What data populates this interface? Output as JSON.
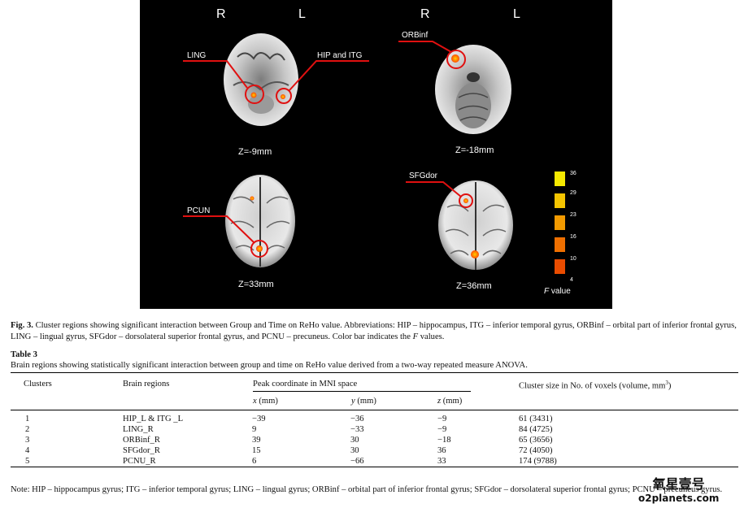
{
  "figure": {
    "panels": [
      {
        "hem_r": "R",
        "hem_l": "L",
        "z_label": "Z=-9mm",
        "labels": [
          "LING",
          "HIP and ITG"
        ]
      },
      {
        "hem_r": "R",
        "hem_l": "L",
        "z_label": "Z=-18mm",
        "labels": [
          "ORBinf"
        ]
      },
      {
        "z_label": "Z=33mm",
        "labels": [
          "PCUN"
        ]
      },
      {
        "z_label": "Z=36mm",
        "labels": [
          "SFGdor"
        ]
      }
    ],
    "colorbar": {
      "ticks": [
        "36",
        "29",
        "23",
        "16",
        "10",
        "4"
      ],
      "colors": [
        "#f5e900",
        "#f4c400",
        "#f29a00",
        "#ef6f00",
        "#ea4c00"
      ],
      "label_italic": "F",
      "label_rest": " value"
    },
    "colors": {
      "highlight": "#e01010",
      "blob": "#ff6a00"
    }
  },
  "caption": {
    "label": "Fig. 3.",
    "text": " Cluster regions showing significant interaction between Group and Time on ReHo value. Abbreviations: HIP – hippocampus, ITG – inferior temporal gyrus, ORBinf – orbital part of inferior frontal gyrus, LING – lingual gyrus, SFGdor – dorsolateral superior frontal gyrus, and PCNU – precuneus. Color bar indicates the ",
    "italic": "F",
    "end": " values."
  },
  "table": {
    "title": "Table 3",
    "description": "Brain regions showing statistically significant interaction between group and time on ReHo value derived from a two-way repeated measure ANOVA.",
    "headers": {
      "clusters": "Clusters",
      "regions": "Brain regions",
      "peak": "Peak coordinate in MNI space",
      "size": "Cluster size in No. of voxels (volume, mm",
      "size_sup": "3",
      "size_end": ")",
      "x_var": "x",
      "y_var": "y",
      "z_var": "z",
      "unit": " (mm)"
    },
    "rows": [
      [
        "1",
        "HIP_L & ITG _L",
        "−39",
        "−36",
        "−9",
        "61 (3431)"
      ],
      [
        "2",
        "LING_R",
        "9",
        "−33",
        "−9",
        "84 (4725)"
      ],
      [
        "3",
        "ORBinf_R",
        "39",
        "30",
        "−18",
        "65 (3656)"
      ],
      [
        "4",
        "SFGdor_R",
        "15",
        "30",
        "36",
        "72 (4050)"
      ],
      [
        "5",
        "PCNU_R",
        "6",
        "−66",
        "33",
        "174 (9788)"
      ]
    ]
  },
  "note": "Note: HIP – hippocampus gyrus; ITG – inferior temporal gyrus; LING – lingual gyrus; ORBinf – orbital part of inferior frontal gyrus; SFGdor – dorsolateral superior frontal gyrus; PCNU – precuneus gyrus.",
  "watermark": {
    "line1": "氧星壹号",
    "line2": "o2planets.com"
  }
}
